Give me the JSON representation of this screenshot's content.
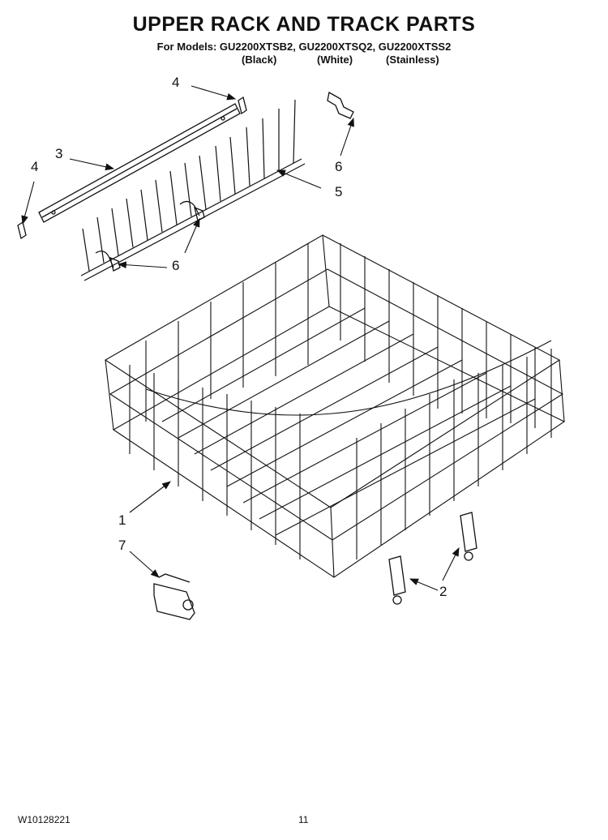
{
  "header": {
    "title": "UPPER RACK AND TRACK PARTS",
    "models_line": "For Models: GU2200XTSB2, GU2200XTSQ2, GU2200XTSS2",
    "variants": [
      "(Black)",
      "(White)",
      "(Stainless)"
    ]
  },
  "callouts": [
    {
      "id": "c4a",
      "label": "4"
    },
    {
      "id": "c3",
      "label": "3"
    },
    {
      "id": "c4b",
      "label": "4"
    },
    {
      "id": "c6a",
      "label": "6"
    },
    {
      "id": "c5",
      "label": "5"
    },
    {
      "id": "c6b",
      "label": "6"
    },
    {
      "id": "c1",
      "label": "1"
    },
    {
      "id": "c7",
      "label": "7"
    },
    {
      "id": "c2",
      "label": "2"
    }
  ],
  "footer": {
    "doc_number": "W10128221",
    "page_number": "11"
  }
}
